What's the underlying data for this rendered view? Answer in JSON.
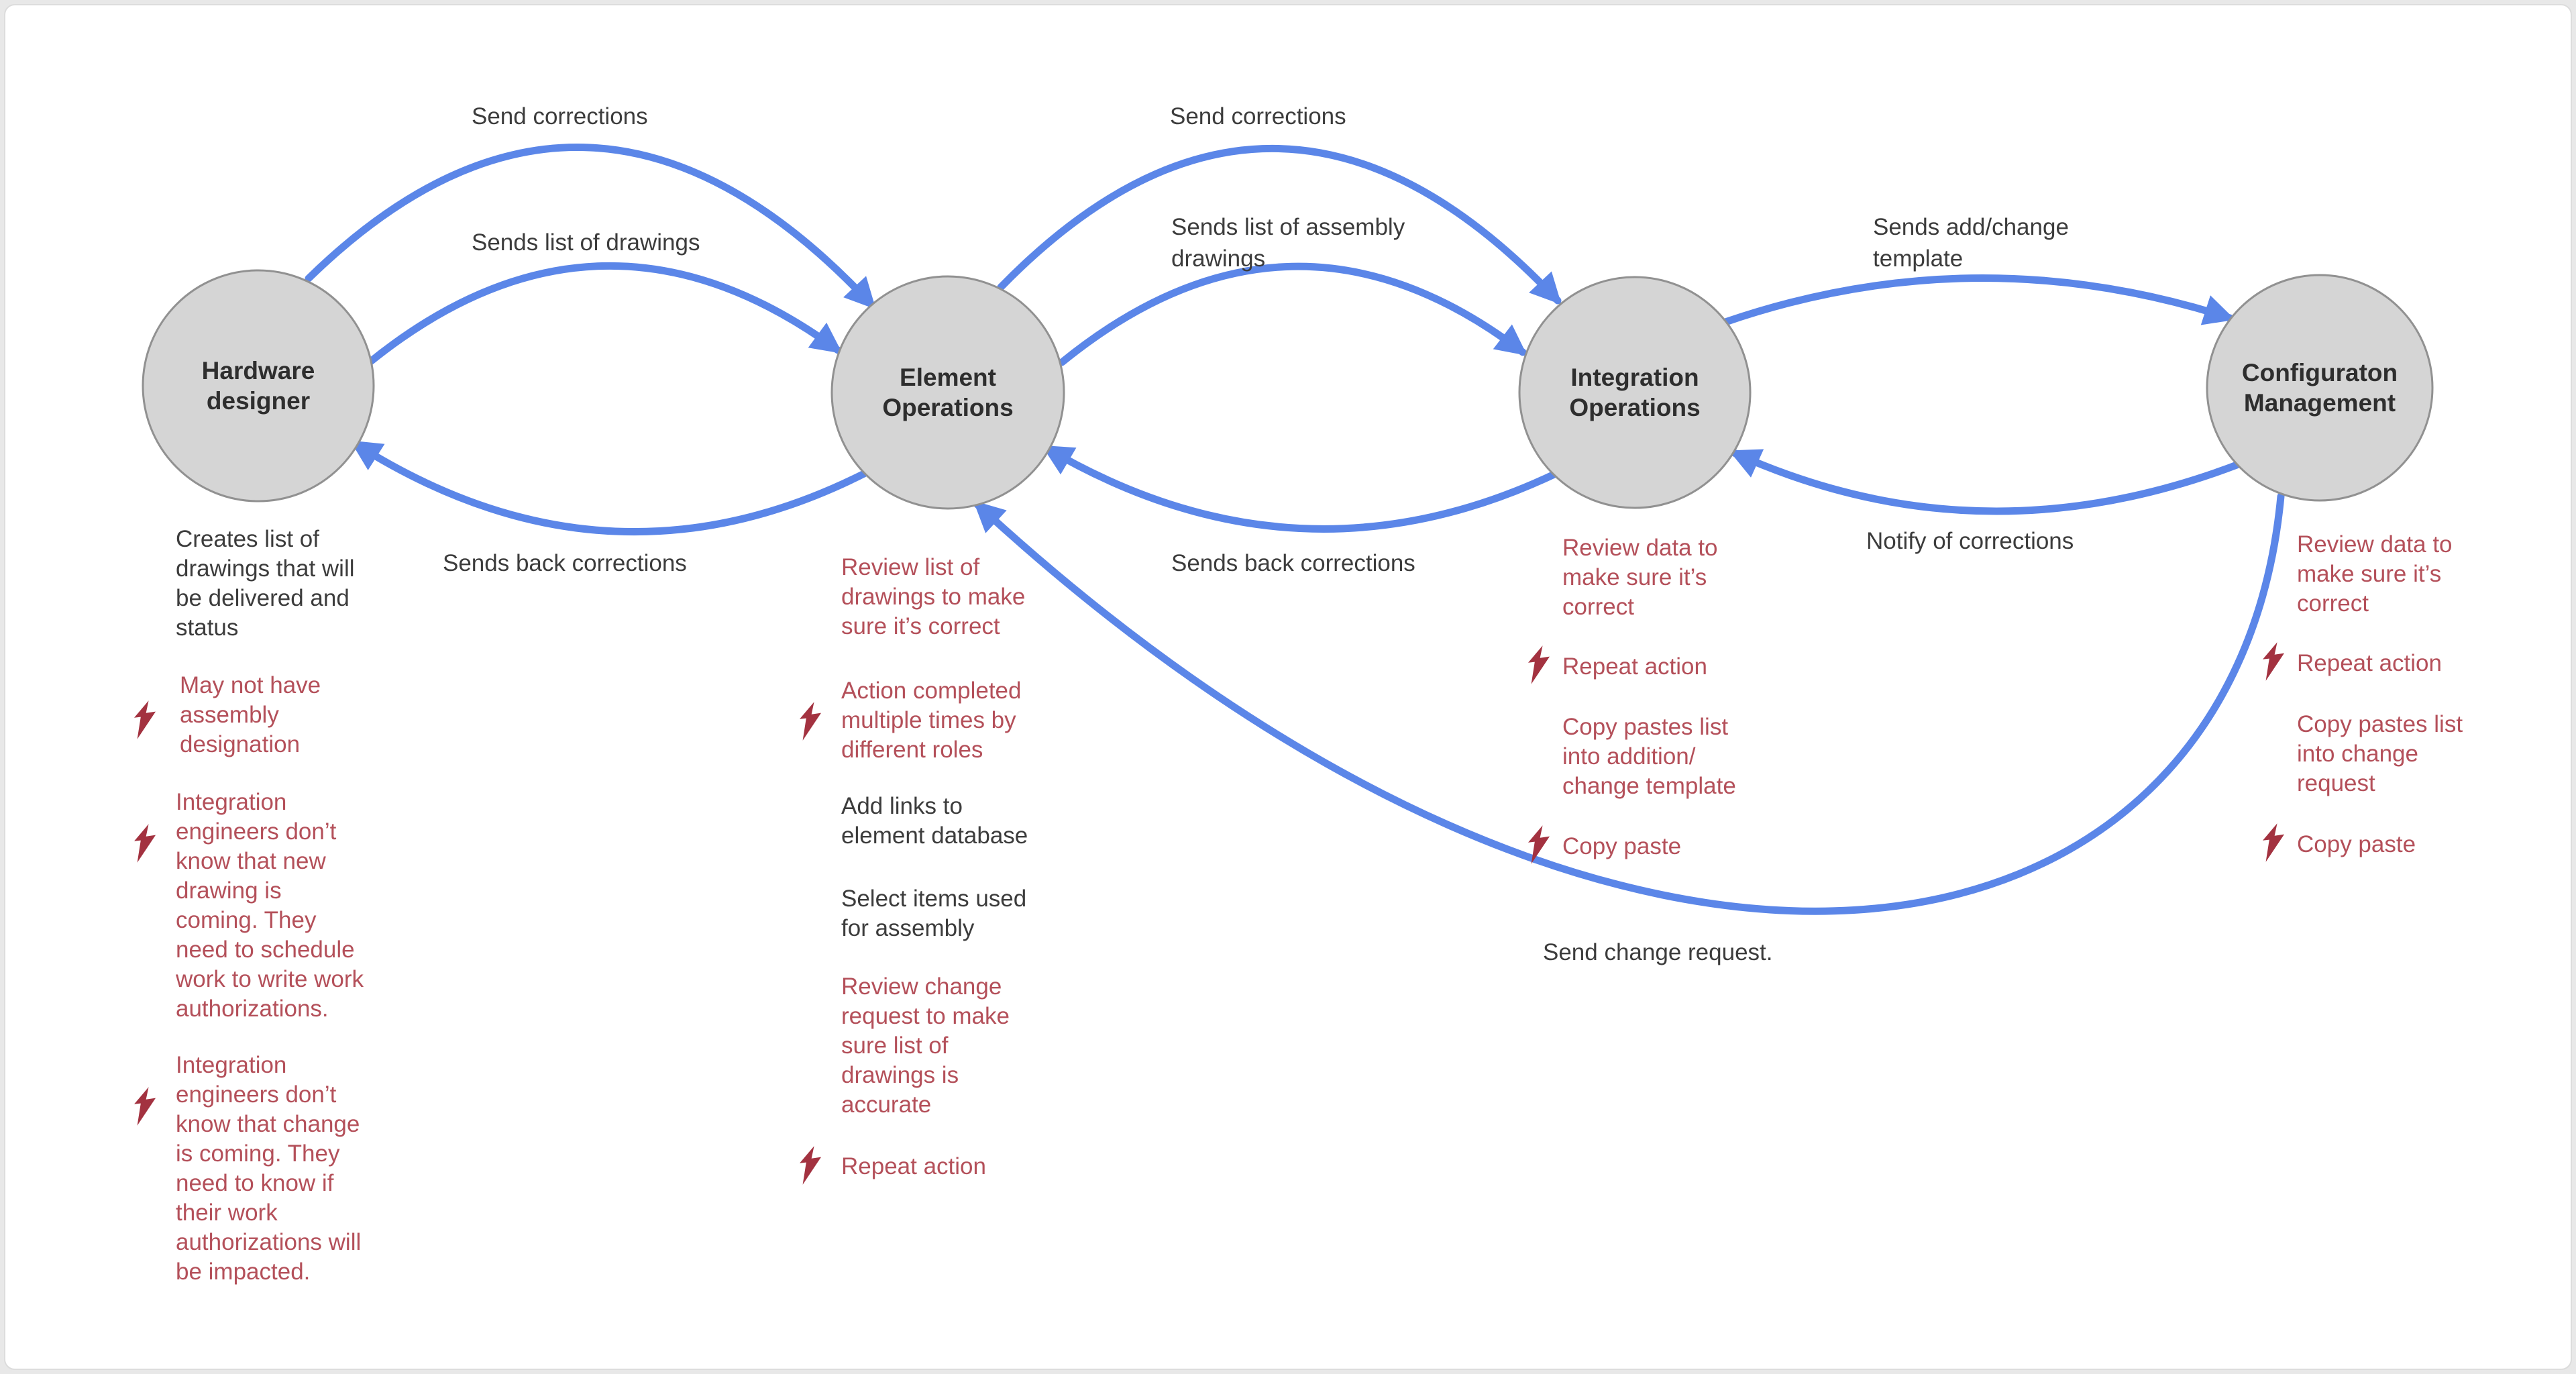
{
  "colors": {
    "arrow_blue": "#5b86e8",
    "node_fill": "#d5d5d5",
    "node_border": "#919191",
    "text_dark": "#3c3c3c",
    "text_red": "#b4505a",
    "bolt_red": "#a33240",
    "background": "#ffffff"
  },
  "nodes": [
    {
      "id": "hardware-designer",
      "label": "Hardware\ndesigner"
    },
    {
      "id": "element-operations",
      "label": "Element\nOperations"
    },
    {
      "id": "integration-operations",
      "label": "Integration\nOperations"
    },
    {
      "id": "configuration-management",
      "label": "Configuraton\nManagement"
    }
  ],
  "edges": [
    {
      "from": "hardware-designer",
      "to": "element-operations",
      "label": "Send corrections"
    },
    {
      "from": "hardware-designer",
      "to": "element-operations",
      "label": "Sends list of drawings"
    },
    {
      "from": "element-operations",
      "to": "hardware-designer",
      "label": "Sends back corrections"
    },
    {
      "from": "element-operations",
      "to": "integration-operations",
      "label": "Send corrections"
    },
    {
      "from": "element-operations",
      "to": "integration-operations",
      "label": "Sends list of assembly\ndrawings"
    },
    {
      "from": "integration-operations",
      "to": "element-operations",
      "label": "Sends back corrections"
    },
    {
      "from": "integration-operations",
      "to": "configuration-management",
      "label": "Sends add/change\ntemplate"
    },
    {
      "from": "configuration-management",
      "to": "integration-operations",
      "label": "Notify of corrections"
    },
    {
      "from": "configuration-management",
      "to": "element-operations",
      "label": "Send change request."
    }
  ],
  "notes": {
    "hardware_designer": [
      {
        "text": "Creates list of\ndrawings that will\nbe delivered and\nstatus",
        "pain_point": false
      },
      {
        "text": "May not have\nassembly\ndesignation",
        "pain_point": true
      },
      {
        "text": "Integration\nengineers don’t\nknow that new\ndrawing is\ncoming. They\nneed to schedule\nwork to write work\nauthorizations.",
        "pain_point": true
      },
      {
        "text": "Integration\nengineers don’t\nknow that change\nis coming. They\nneed to know if\ntheir work\nauthorizations will\nbe impacted.",
        "pain_point": true
      }
    ],
    "element_operations": [
      {
        "text": "Review list of\ndrawings to make\nsure it’s correct",
        "pain_point": false
      },
      {
        "text": "Action completed\nmultiple times by\ndifferent roles",
        "pain_point": true
      },
      {
        "text": "Add links to\nelement database",
        "pain_point": false
      },
      {
        "text": "Select items used\nfor assembly",
        "pain_point": false
      },
      {
        "text": "Review change\nrequest to make\nsure list of\ndrawings is\naccurate",
        "pain_point": false
      },
      {
        "text": "Repeat action",
        "pain_point": true
      }
    ],
    "integration_operations": [
      {
        "text": "Review data to\nmake sure it’s\ncorrect",
        "pain_point": false
      },
      {
        "text": "Repeat action",
        "pain_point": true
      },
      {
        "text": "Copy pastes list\ninto addition/\nchange template",
        "pain_point": false
      },
      {
        "text": "Copy paste",
        "pain_point": true
      }
    ],
    "configuration_management": [
      {
        "text": "Review data to\nmake sure it’s\ncorrect",
        "pain_point": false
      },
      {
        "text": "Repeat action",
        "pain_point": true
      },
      {
        "text": "Copy pastes list\ninto change\nrequest",
        "pain_point": false
      },
      {
        "text": "Copy paste",
        "pain_point": true
      }
    ]
  }
}
